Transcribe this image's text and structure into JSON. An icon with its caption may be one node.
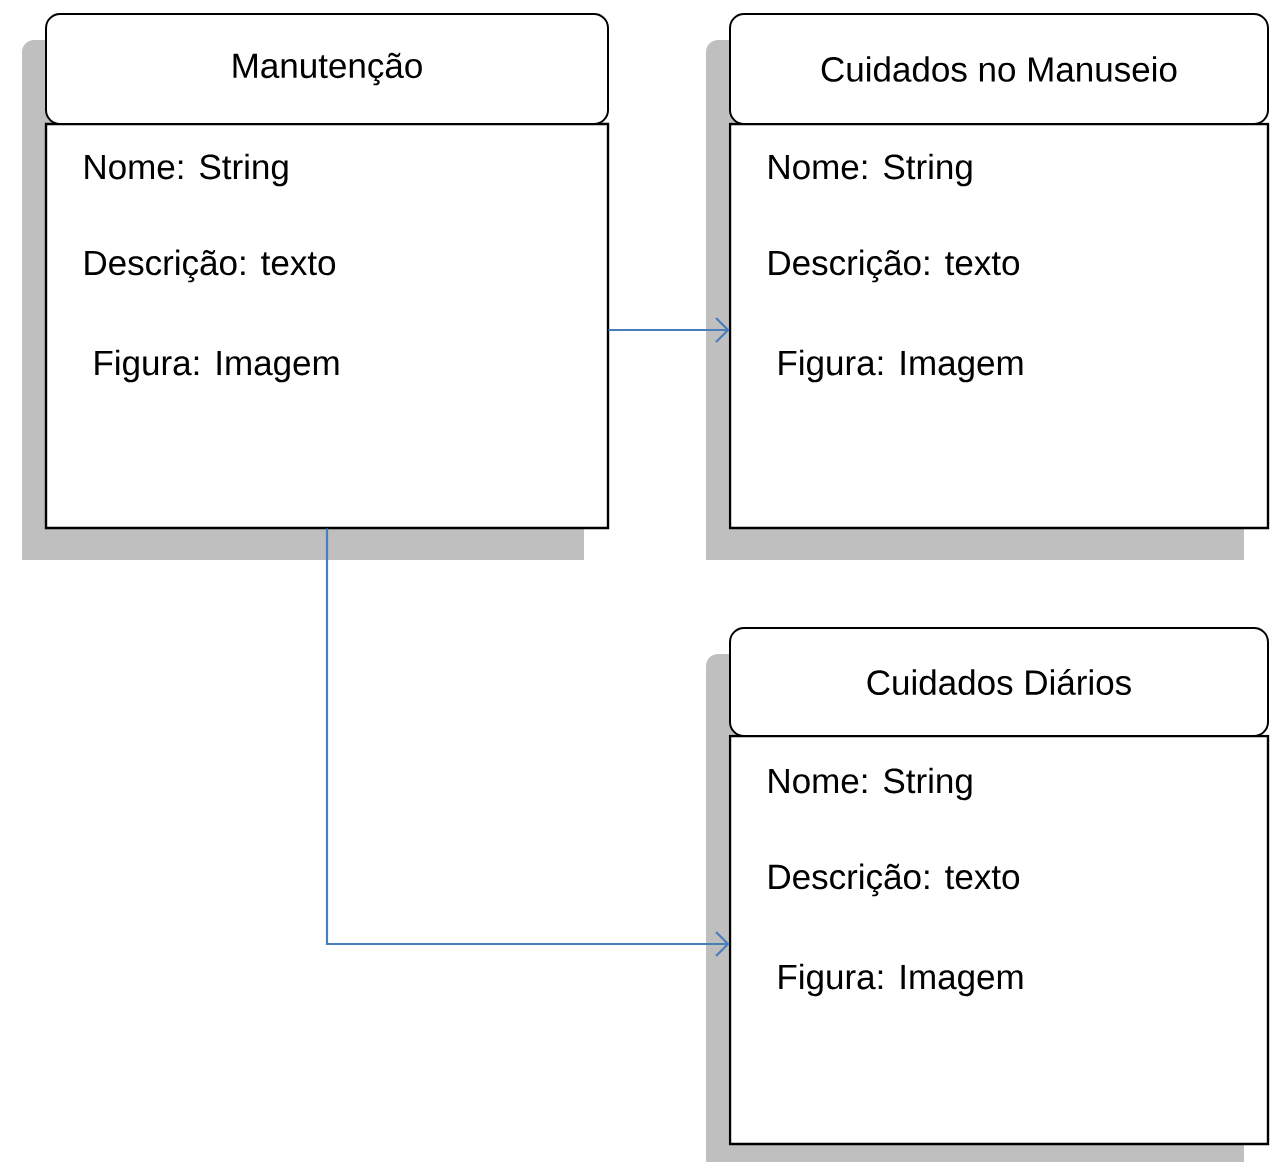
{
  "diagram": {
    "nodes": [
      {
        "text": [
          "Manutenção",
          "Nome: String",
          "Descrição: texto",
          "Figura: Imagem"
        ]
      },
      {
        "text": [
          "Cuidados no Manuseio",
          "Nome: String",
          "Descrição: texto",
          "Figura: Imagem"
        ]
      },
      {
        "text": [
          "Cuidados Diários",
          "Nome: String",
          "Descrição: texto",
          "Figura: Imagem"
        ]
      }
    ],
    "edges": [
      {
        "from": 0,
        "to": 1,
        "arrow": "to"
      },
      {
        "from": 0,
        "to": 2,
        "arrow": "to"
      }
    ]
  }
}
